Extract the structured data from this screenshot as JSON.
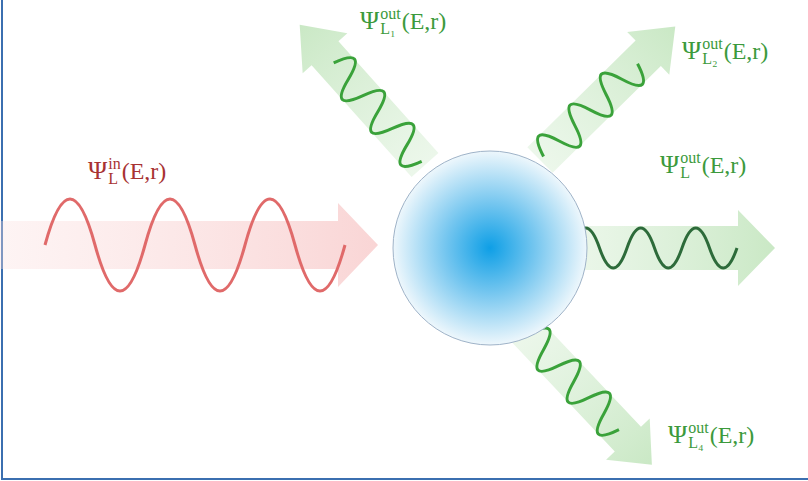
{
  "diagram": {
    "labels": [
      "Ψ",
      "out",
      "L₁",
      "(E,r)",
      "Ψ",
      "out",
      "L₂",
      "(E,r)",
      "Ψ",
      "in",
      "L",
      "(E,r)",
      "Ψ",
      "out",
      "L",
      "(E,r)",
      "Ψ",
      "out",
      "L₄",
      "(E,r)"
    ]
  }
}
